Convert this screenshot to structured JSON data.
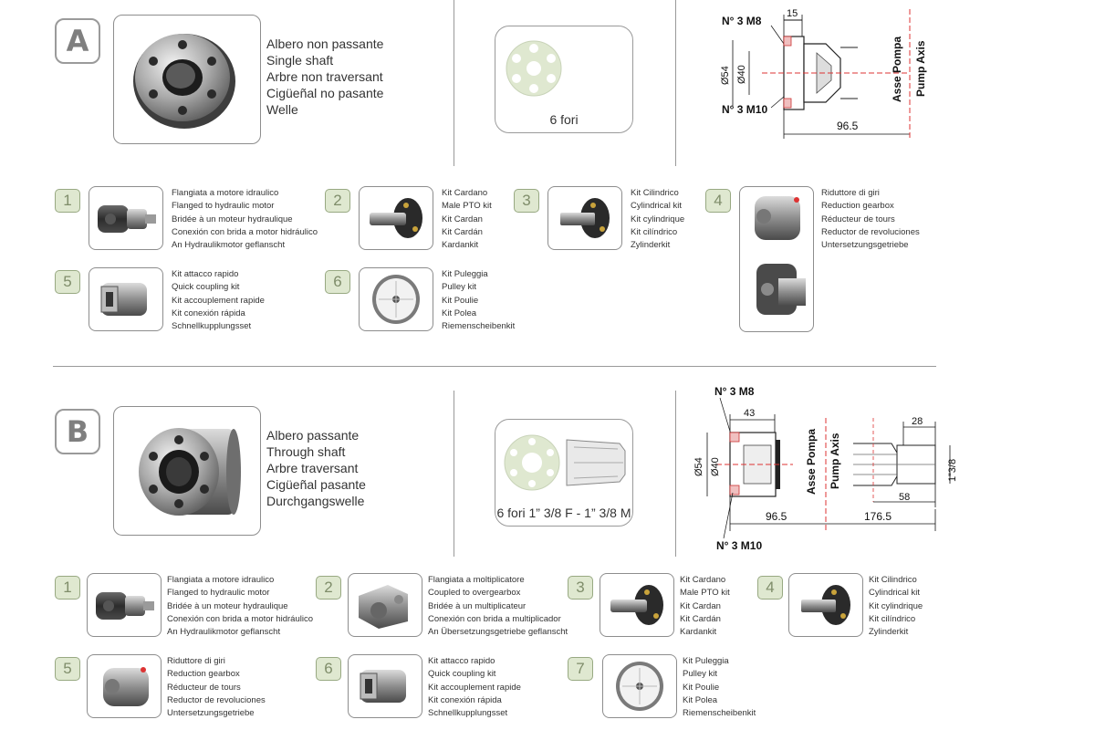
{
  "section_a": {
    "letter": "A",
    "shaft_lines": [
      "Albero non passante",
      "Single shaft",
      "Arbre non traversant",
      "Cigüeñal no pasante",
      "Welle"
    ],
    "holes_caption": "6 fori",
    "drawing": {
      "top_screw": "N° 3 M8",
      "bottom_screw": "N° 3 M10",
      "dim_top": "15",
      "dia_outer": "Ø54",
      "dia_inner": "Ø40",
      "dim_bottom": "96.5",
      "axis_it": "Asse Pompa",
      "axis_en": "Pump Axis"
    },
    "kits": [
      {
        "num": "1",
        "lines": [
          "Flangiata a motore idraulico",
          "Flanged to hydraulic motor",
          "Bridée à un moteur hydraulique",
          "Conexión con brida a motor hidráulico",
          "An Hydraulikmotor geflanscht"
        ]
      },
      {
        "num": "2",
        "lines": [
          "Kit Cardano",
          "Male PTO kit",
          "Kit Cardan",
          "Kit Cardán",
          "Kardankit"
        ]
      },
      {
        "num": "3",
        "lines": [
          "Kit Cilindrico",
          "Cylindrical kit",
          "Kit cylindrique",
          "Kit cilíndrico",
          "Zylinderkit"
        ]
      },
      {
        "num": "4",
        "lines": [
          "Riduttore di giri",
          "Reduction gearbox",
          "Réducteur de tours",
          "Reductor de revoluciones",
          "Untersetzungsgetriebe"
        ]
      },
      {
        "num": "5",
        "lines": [
          "Kit attacco rapido",
          "Quick coupling kit",
          "Kit accouplement rapide",
          "Kit conexión rápida",
          "Schnellkupplungsset"
        ]
      },
      {
        "num": "6",
        "lines": [
          "Kit Puleggia",
          "Pulley kit",
          "Kit Poulie",
          "Kit Polea",
          "Riemenscheibenkit"
        ]
      }
    ]
  },
  "section_b": {
    "letter": "B",
    "shaft_lines": [
      "Albero passante",
      "Through shaft",
      "Arbre traversant",
      "Cigüeñal pasante",
      "Durchgangswelle"
    ],
    "holes_caption": "6 fori 1” 3/8 F - 1” 3/8 M",
    "drawing": {
      "top_screw": "N° 3 M8",
      "bottom_screw": "N° 3 M10",
      "dim_top": "43",
      "dia_outer": "Ø54",
      "dia_inner": "Ø40",
      "dim_bottom": "96.5",
      "dim_bottom2": "176.5",
      "axis_it": "Asse Pompa",
      "axis_en": "Pump Axis",
      "dim_right_top": "28",
      "dim_right_bottom": "58",
      "dim_right_side": "1”3/8"
    },
    "kits": [
      {
        "num": "1",
        "lines": [
          "Flangiata a motore idraulico",
          "Flanged to hydraulic motor",
          "Bridée à un moteur hydraulique",
          "Conexión con brida a motor hidráulico",
          "An Hydraulikmotor geflanscht"
        ]
      },
      {
        "num": "2",
        "lines": [
          "Flangiata a moltiplicatore",
          "Coupled to overgearbox",
          "Bridée à un multiplicateur",
          "Conexión con brida a multiplicador",
          "An Übersetzungsgetriebe geflanscht"
        ]
      },
      {
        "num": "3",
        "lines": [
          "Kit Cardano",
          "Male PTO kit",
          "Kit Cardan",
          "Kit Cardán",
          "Kardankit"
        ]
      },
      {
        "num": "4",
        "lines": [
          "Kit Cilindrico",
          "Cylindrical kit",
          "Kit cylindrique",
          "Kit cilíndrico",
          "Zylinderkit"
        ]
      },
      {
        "num": "5",
        "lines": [
          "Riduttore di giri",
          "Reduction gearbox",
          "Réducteur de tours",
          "Reductor de revoluciones",
          "Untersetzungsgetriebe"
        ]
      },
      {
        "num": "6",
        "lines": [
          "Kit attacco rapido",
          "Quick coupling kit",
          "Kit accouplement rapide",
          "Kit conexión rápida",
          "Schnellkupplungsset"
        ]
      },
      {
        "num": "7",
        "lines": [
          "Kit Puleggia",
          "Pulley kit",
          "Kit Poulie",
          "Kit Polea",
          "Riemenscheibenkit"
        ]
      }
    ]
  }
}
